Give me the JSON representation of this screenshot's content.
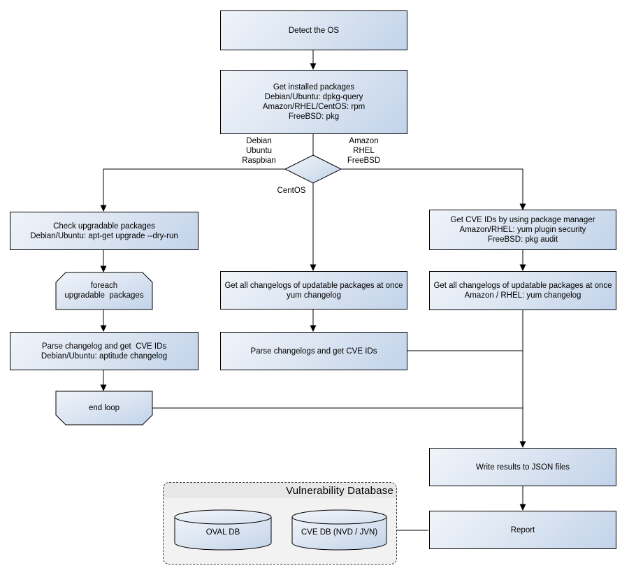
{
  "nodes": {
    "detect_os": {
      "lines": [
        "Detect the OS"
      ]
    },
    "get_installed_packages": {
      "lines": [
        "Get installed packages",
        "Debian/Ubuntu: dpkg-query",
        "Amazon/RHEL/CentOS: rpm",
        "FreeBSD: pkg"
      ]
    },
    "check_upgradable": {
      "lines": [
        "Check upgradable packages",
        "Debian/Ubuntu: apt-get upgrade --dry-run"
      ]
    },
    "foreach_loop": {
      "lines": [
        "foreach",
        "upgradable  packages"
      ]
    },
    "parse_changelog_deb": {
      "lines": [
        "Parse changelog and get  CVE IDs",
        "Debian/Ubuntu: aptitude changelog"
      ]
    },
    "end_loop": {
      "lines": [
        "end loop"
      ]
    },
    "get_changelogs_centos": {
      "lines": [
        "Get all changelogs of updatable packages at once",
        "yum changelog"
      ]
    },
    "parse_changelogs_centos": {
      "lines": [
        "Parse changelogs and get CVE IDs"
      ]
    },
    "get_cve_pkg_manager": {
      "lines": [
        "Get CVE IDs by using package manager",
        "Amazon/RHEL: yum plugin security",
        "FreeBSD: pkg audit"
      ]
    },
    "get_changelogs_amazon": {
      "lines": [
        "Get all changelogs of updatable packages at once",
        "Amazon / RHEL: yum changelog"
      ]
    },
    "write_results": {
      "lines": [
        "Write results to JSON files"
      ]
    },
    "report": {
      "lines": [
        "Report"
      ]
    }
  },
  "edge_labels": {
    "left_branch": {
      "lines": [
        "Debian",
        "Ubuntu",
        "Raspbian"
      ]
    },
    "right_branch": {
      "lines": [
        "Amazon",
        "RHEL",
        "FreeBSD"
      ]
    },
    "bottom_branch": {
      "lines": [
        "CentOS"
      ]
    }
  },
  "database": {
    "title": "Vulnerability Database",
    "cylinders": [
      {
        "label": "OVAL DB"
      },
      {
        "label": "CVE DB (NVD / JVN)"
      }
    ]
  },
  "colors": {
    "node_fill_light": "#f0f4fa",
    "node_fill_dark": "#c2d3ea",
    "node_border": "#000000",
    "connector": "#000000",
    "container_body": "#f2f2f2",
    "container_header": "#e7e7e7",
    "container_border": "#3c3c3c",
    "text": "#000000",
    "background": "#ffffff"
  }
}
